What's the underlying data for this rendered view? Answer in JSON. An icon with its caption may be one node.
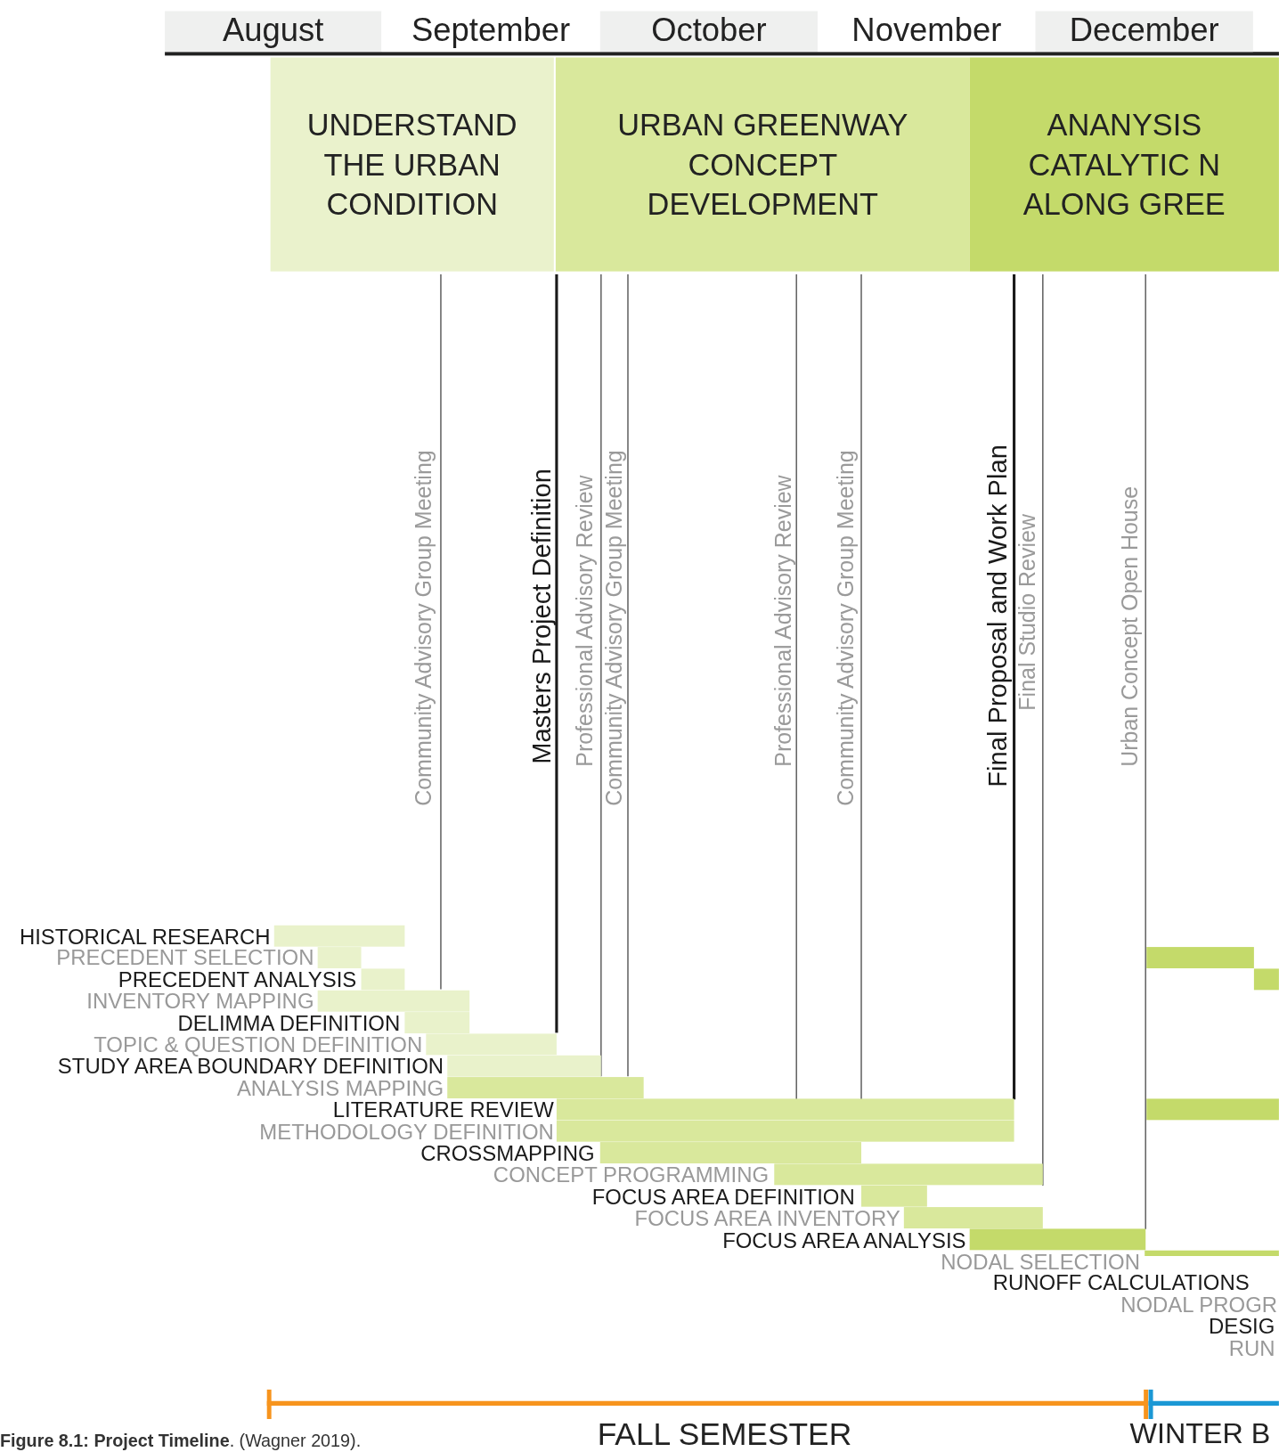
{
  "diagram": {
    "caption": "**Figure 8.1: Project Timeline**. (Wagner 2019).",
    "nodes": [
      {
        "text": [
          "UNDERSTAND THE URBAN CONDITION"
        ]
      },
      {
        "text": [
          "URBAN GREENWAY CONCEPT DEVELOPMENT"
        ]
      },
      {
        "text": [
          "ANANYSIS CATALYTIC N ALONG GREE"
        ]
      }
    ],
    "labels": [
      "August",
      "September",
      "October",
      "November",
      "December",
      "Community Advisory Group Meeting",
      "Masters Project Definition",
      "Professional Advisory Review",
      "Community Advisory Group Meeting",
      "Professional Advisory Review",
      "Community Advisory Group Meeting",
      "Final Proposal and Work Plan",
      "Final Studio Review",
      "Urban Concept Open House",
      "HISTORICAL RESEARCH",
      "PRECEDENT SELECTION",
      "PRECEDENT ANALYSIS",
      "INVENTORY MAPPING",
      "DELIMMA DEFINITION",
      "TOPIC & QUESTION DEFINITION",
      "STUDY AREA BOUNDARY DEFINITION",
      "ANALYSIS MAPPING",
      "LITERATURE REVIEW",
      "METHODOLOGY DEFINITION",
      "CROSSMAPPING",
      "CONCEPT PROGRAMMING",
      "FOCUS AREA DEFINITION",
      "FOCUS AREA INVENTORY",
      "FOCUS AREA ANALYSIS",
      "NODAL SELECTION",
      "RUNOFF CALCULATIONS",
      "NODAL PROGR",
      "DESIG",
      "RUN",
      "FALL SEMESTER",
      "WINTER B"
    ]
  }
}
